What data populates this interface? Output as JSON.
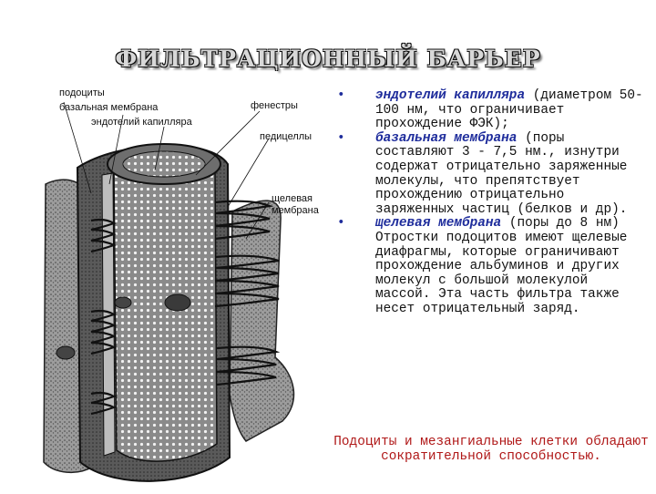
{
  "title": "ФИЛЬТРАЦИОННЫЙ БАРЬЕР",
  "diagram_labels": {
    "podocytes": "подоциты",
    "basal_membrane": "базальная мембрана",
    "endothelium": "эндотелий капилляра",
    "fenestrae": "фенестры",
    "pedicels": "педицеллы",
    "slit_membrane_line1": "щелевая",
    "slit_membrane_line2": "мембрана"
  },
  "bullets": [
    {
      "term": "эндотелий капилляра",
      "text": "(диаметром 50-100 нм, что ограничивает прохождение ФЭК);"
    },
    {
      "term": "базальная мембрана",
      "text": "(поры составляют 3 - 7,5 нм., изнутри содержат отрицательно заряженные молекулы, что препятствует прохождению отрицательно заряженных частиц (белков и др)."
    },
    {
      "term": "щелевая мембрана",
      "text": "(поры до 8 нм) Отростки подоцитов имеют щелевые диафрагмы, которые ограничивают прохождение альбуминов и других молекул с большой молекулой массой. Эта часть фильтра также несет отрицательный заряд."
    }
  ],
  "bullet_symbol": "•",
  "footer": "Подоциты и мезангиальные клетки обладают сократительной способностью.",
  "colors": {
    "term": "#1f2d9c",
    "footer": "#b01818",
    "text": "#111111"
  }
}
